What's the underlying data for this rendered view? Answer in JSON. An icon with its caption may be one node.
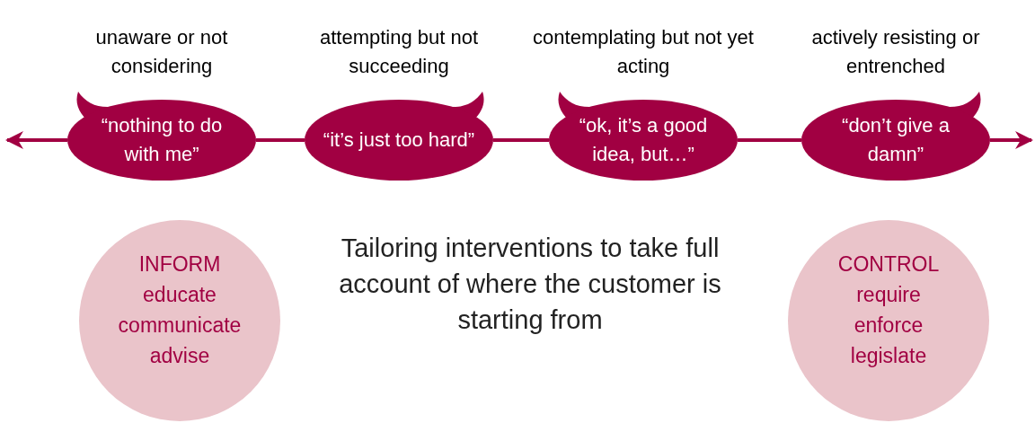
{
  "diagram": {
    "nodes": [
      {
        "text": [
          "“nothing to do with me”"
        ],
        "beside": [
          "unaware or not considering"
        ]
      },
      {
        "text": [
          "“it’s just too hard”"
        ],
        "beside": [
          "attempting but not succeeding"
        ]
      },
      {
        "text": [
          "“ok, it’s a good idea, but…”"
        ],
        "beside": [
          "contemplating but not yet acting"
        ]
      },
      {
        "text": [
          "“don’t give a damn”"
        ],
        "beside": [
          "actively resisting or entrenched"
        ]
      },
      {
        "text": [
          "INFORM",
          "educate",
          "communicate",
          "advise"
        ]
      },
      {
        "text": [
          "CONTROL",
          "require",
          "enforce",
          "legislate"
        ]
      }
    ],
    "edges": [
      {
        "from": 0,
        "to": null,
        "arrow": "to"
      },
      {
        "from": 0,
        "to": 1,
        "arrow": "none"
      },
      {
        "from": 1,
        "to": 2,
        "arrow": "none"
      },
      {
        "from": 2,
        "to": 3,
        "arrow": "none"
      },
      {
        "from": 3,
        "to": null,
        "arrow": "to"
      }
    ],
    "labels": [
      "Tailoring interventions to take full account of where the customer is starting from"
    ]
  }
}
